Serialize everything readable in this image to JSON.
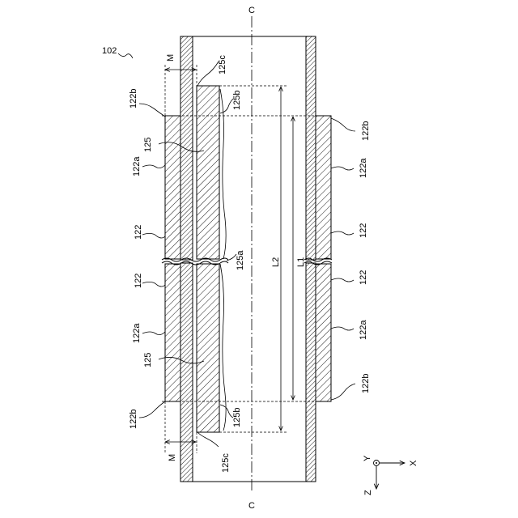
{
  "figure_number": "102",
  "axis_line_label": "C",
  "labels": {
    "m": "M",
    "l1": "L1",
    "l2": "L2",
    "part_122": "122",
    "part_122a": "122a",
    "part_122b": "122b",
    "part_125": "125",
    "part_125a": "125a",
    "part_125b": "125b",
    "part_125c": "125c"
  },
  "coordinate_axes": {
    "x": "X",
    "y": "Y",
    "z": "Z"
  }
}
